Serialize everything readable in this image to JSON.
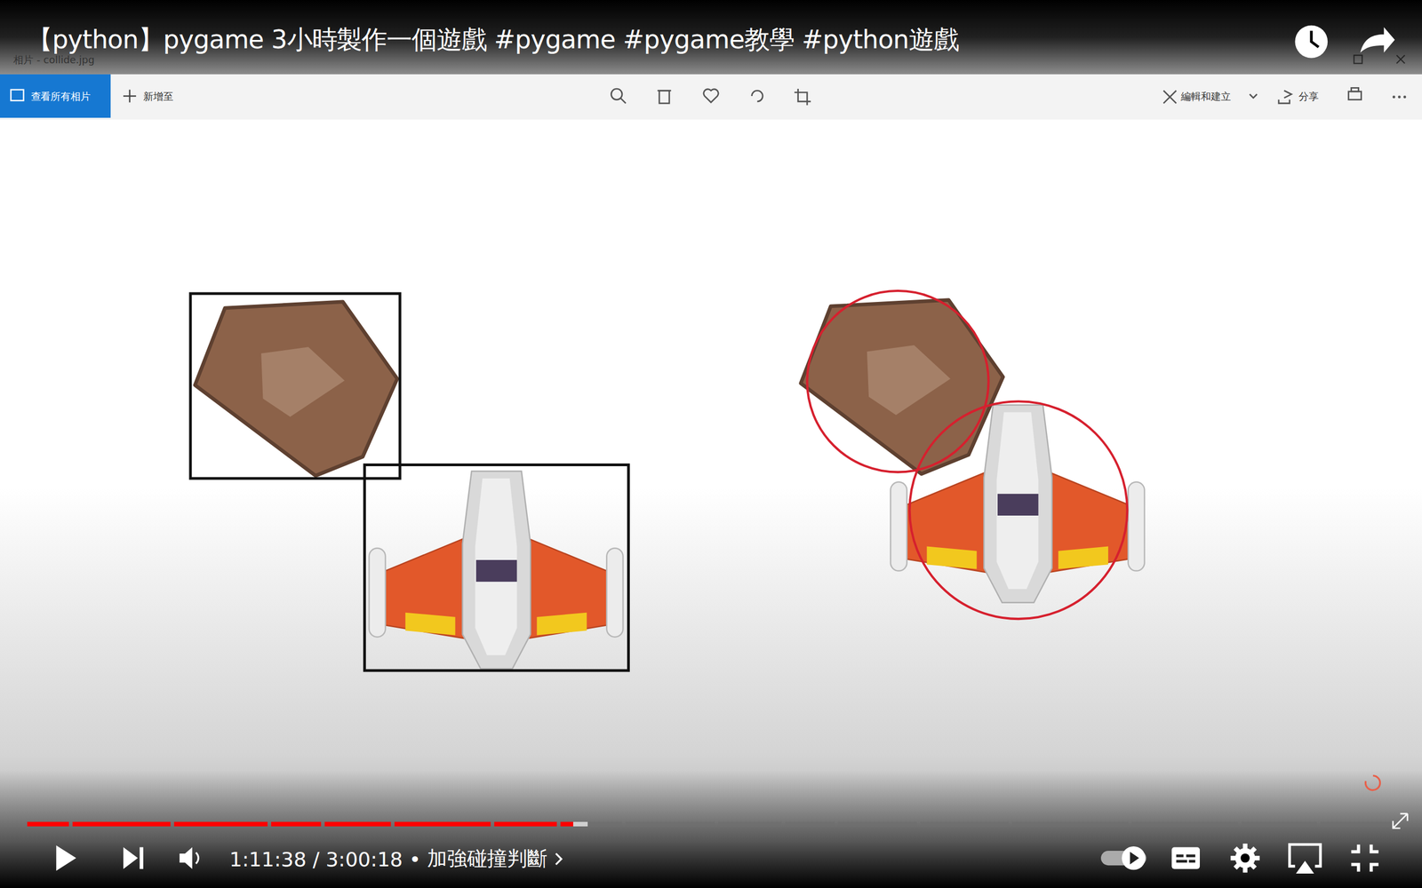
{
  "diagram": {
    "title": "【python】pygame 3小時製作一個遊戲 #pygame #pygame教學 #python遊戲",
    "labels": [
      "相片 - collide.jpg",
      "查看所有相片",
      "新增至",
      "編輯和建立",
      "分享",
      "1:11:38 / 3:00:18",
      "•",
      "加強碰撞判斷"
    ]
  }
}
